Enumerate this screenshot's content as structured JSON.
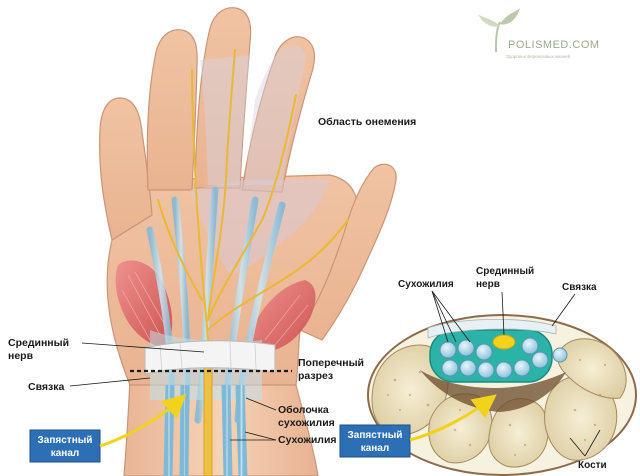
{
  "logo": {
    "name": "POLISMED.COM",
    "tagline": "Здоровье Бережливых жизней"
  },
  "labels": {
    "numb_area": "Область онемения",
    "median_nerve_line1": "Срединный",
    "median_nerve_line2": "нерв",
    "ligament": "Связка",
    "cross_section_line1": "Поперечный",
    "cross_section_line2": "разрез",
    "sheath_line1": "Оболочка",
    "sheath_line2": "сухожилия",
    "tendons": "Сухожилия",
    "carpal_tunnel_line1": "Запястный",
    "carpal_tunnel_line2": "канал"
  },
  "cross_section_labels": {
    "tendons": "Сухожилия",
    "median_nerve_line1": "Срединный",
    "median_nerve_line2": "нерв",
    "ligament": "Связка",
    "bones": "Кости",
    "carpal_tunnel_line1": "Запястный",
    "carpal_tunnel_line2": "канал"
  },
  "colors": {
    "skin": "#f3c9a8",
    "skin_shadow": "#e2a886",
    "nerve": "#f0c040",
    "tendon": "#a9d4e6",
    "muscle": "#e06a6a",
    "sheath_teal": "#2bb3a8",
    "callout_bg": "#2d6fb5",
    "bone": "#efe6c8"
  }
}
